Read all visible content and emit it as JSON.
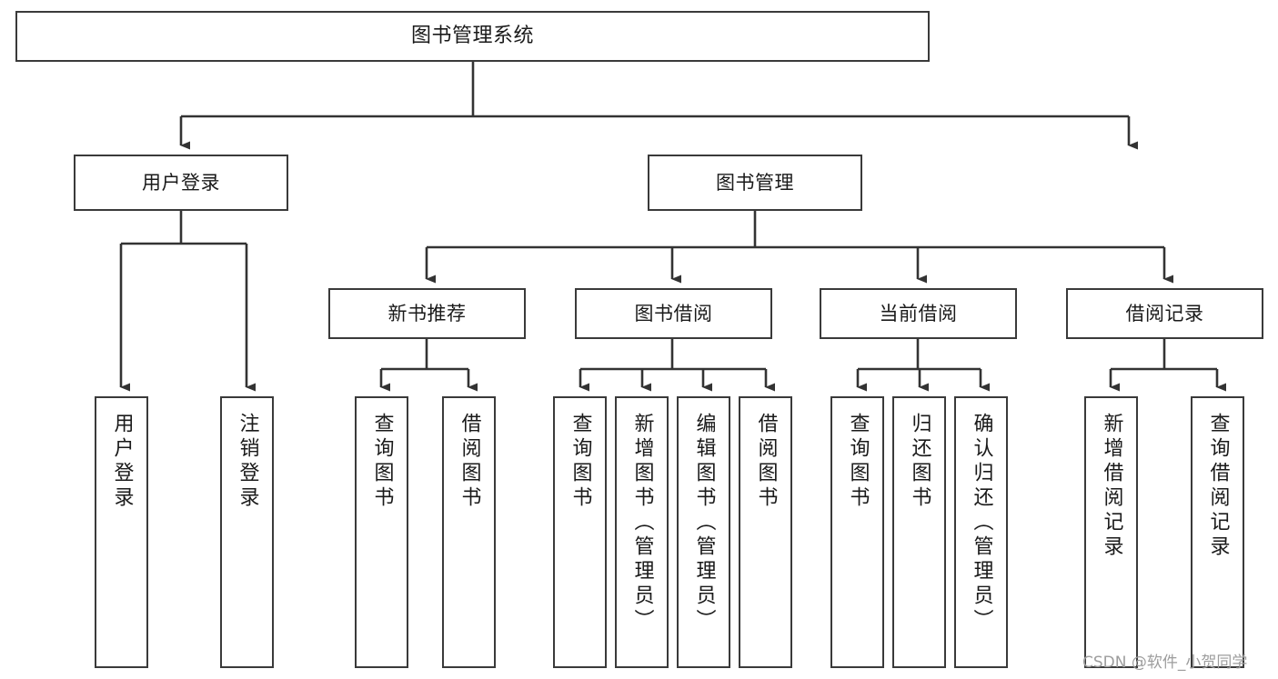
{
  "diagram": {
    "title": "图书管理系统",
    "type": "tree-hierarchy",
    "orientation": "top-down",
    "watermark": "CSDN @软件_小贺同学",
    "colors": {
      "box_border": "#3a3a3a",
      "box_fill": "#ffffff",
      "edge": "#333333",
      "text": "#1a1a1a",
      "watermark": "#9d9d9d",
      "background": "#ffffff"
    },
    "nodes": {
      "root": {
        "label": "图书管理系统"
      },
      "level1": [
        {
          "id": "user-login",
          "label": "用户登录"
        },
        {
          "id": "book-manage",
          "label": "图书管理"
        }
      ],
      "level2": [
        {
          "id": "new-book-recommend",
          "label": "新书推荐"
        },
        {
          "id": "book-borrow",
          "label": "图书借阅"
        },
        {
          "id": "current-borrow",
          "label": "当前借阅"
        },
        {
          "id": "borrow-record",
          "label": "借阅记录"
        }
      ],
      "leaves": {
        "user-login": [
          {
            "id": "leaf-user-login",
            "label": "用户登录"
          },
          {
            "id": "leaf-user-logout",
            "label": "注销登录"
          }
        ],
        "new-book-recommend": [
          {
            "id": "leaf-query-book-1",
            "label": "查询图书"
          },
          {
            "id": "leaf-borrow-book-1",
            "label": "借阅图书"
          }
        ],
        "book-borrow": [
          {
            "id": "leaf-query-book-2",
            "label": "查询图书"
          },
          {
            "id": "leaf-add-book",
            "label": "新增图书（管理员）"
          },
          {
            "id": "leaf-edit-book",
            "label": "编辑图书（管理员）"
          },
          {
            "id": "leaf-borrow-book-2",
            "label": "借阅图书"
          }
        ],
        "current-borrow": [
          {
            "id": "leaf-query-book-3",
            "label": "查询图书"
          },
          {
            "id": "leaf-return-book",
            "label": "归还图书"
          },
          {
            "id": "leaf-confirm-return",
            "label": "确认归还（管理员）"
          }
        ],
        "borrow-record": [
          {
            "id": "leaf-add-record",
            "label": "新增借阅记录"
          },
          {
            "id": "leaf-query-record",
            "label": "查询借阅记录"
          }
        ]
      }
    }
  }
}
